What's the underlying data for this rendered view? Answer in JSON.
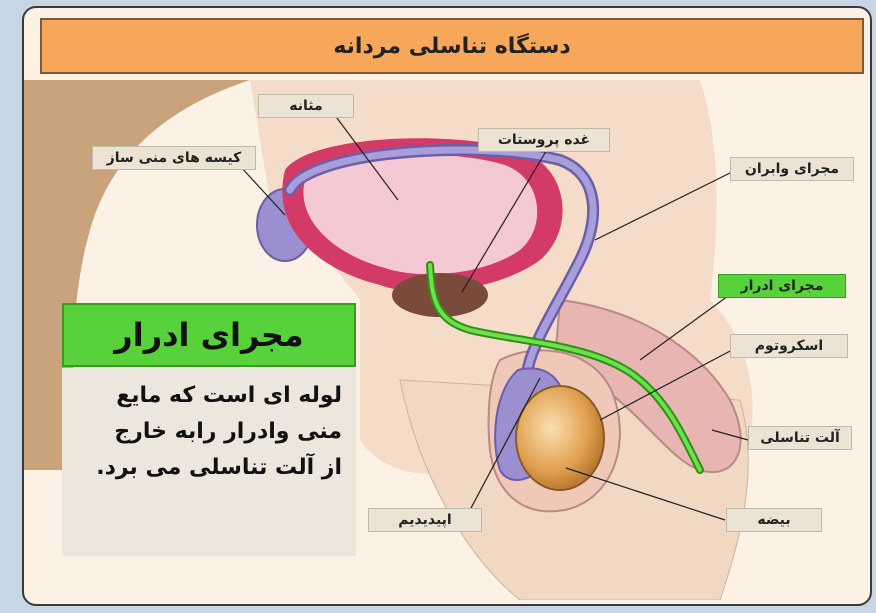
{
  "title": "دستگاه تناسلی مردانه",
  "labels": {
    "bladder": "مثانه",
    "seminal_vesicles": "کیسه های منی ساز",
    "prostate": "غده پروستات",
    "vas_deferens": "مجرای وابران",
    "urethra": "مجرای ادرار",
    "scrotum": "اسکروتوم",
    "penis": "آلت تناسلی",
    "epididymis": "اپیدیدیم",
    "testis": "بیضه"
  },
  "callout": {
    "heading": "مجرای ادرار",
    "lines": [
      "لوله ای است که مایع",
      "منی وادرار رابه خارج",
      "از آلت تناسلی می برد."
    ]
  },
  "colors": {
    "title_bg": "#f6a75a",
    "highlight": "#58d23a",
    "label_bg": "#ede3d5",
    "bladder": "#e86a8c",
    "vas": "#9c93cc",
    "testis": "#d99a40"
  }
}
